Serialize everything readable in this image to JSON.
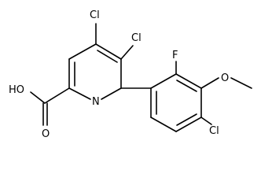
{
  "molecule": {
    "labels": {
      "cl_top_left": "Cl",
      "cl_top_right": "Cl",
      "fluorine": "F",
      "oxygen_methoxy": "O",
      "nitrogen": "N",
      "hydroxyl": "HO",
      "carbonyl_oxygen": "O",
      "cl_bottom": "Cl"
    }
  }
}
